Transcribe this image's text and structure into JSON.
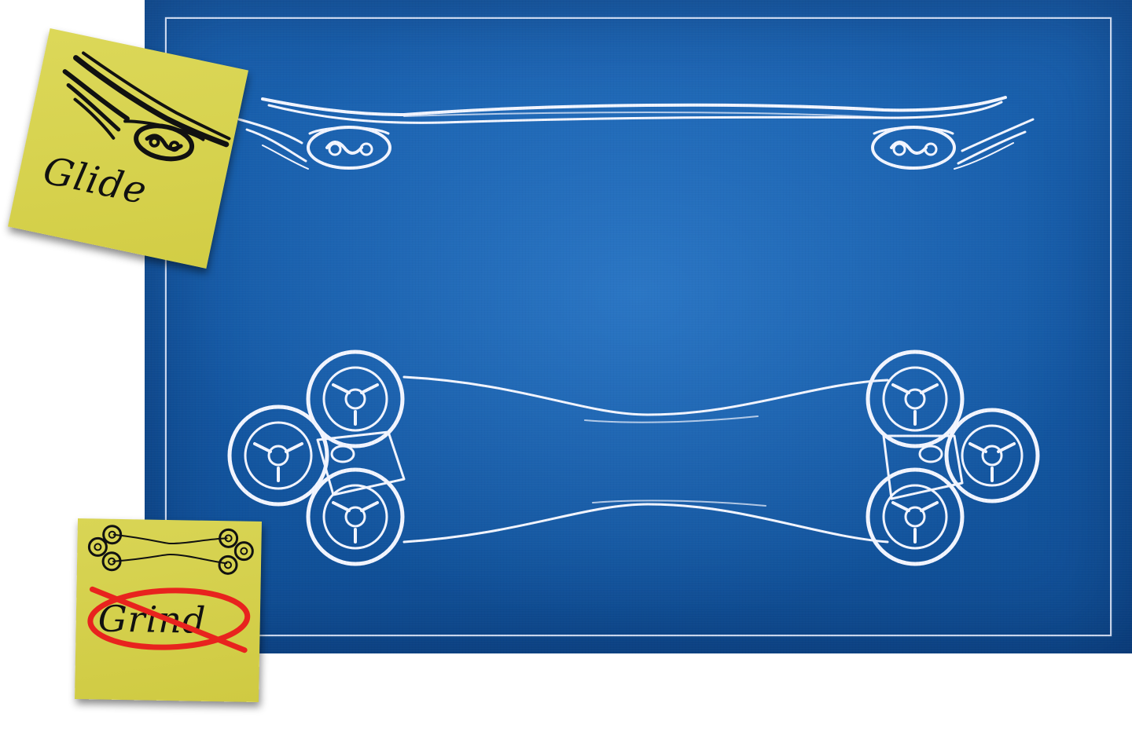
{
  "blueprint": {
    "board_top_view_label": "skateboard-deck-side-view",
    "board_bottom_view_label": "skateboard-wheels-bottom-view"
  },
  "notes": {
    "glide": {
      "label": "Glide",
      "icon": "skateboard-deck-icon"
    },
    "grind": {
      "label": "Grind",
      "icon": "skateboard-wheels-icon",
      "crossed_out": true,
      "cross_color": "#e8231e"
    }
  },
  "colors": {
    "blueprint_blue": "#155aa6",
    "chalk_white": "#f2f5ff",
    "sticky_yellow": "#d6d24e"
  }
}
